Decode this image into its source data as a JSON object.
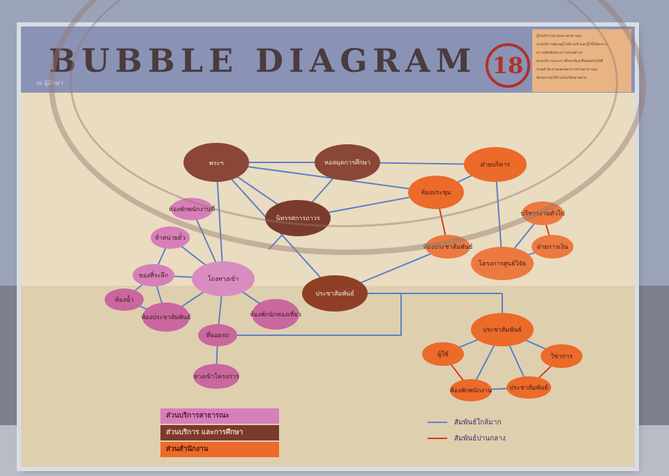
{
  "poster": {
    "title": "BUBBLE DIAGRAM",
    "subtitle": "ณ ผู้ศึกษา",
    "number": "18",
    "notes": [
      "ผู้รับบริการส่วนกลางสาธารณะ",
      "ส่วนบริการต้องอยู่ใกล้ทางเข้าและผู้ใช้ได้สะดวก",
      "ความสัมพันธ์ระหว่างส่วนต่างๆ",
      "ส่วนบริการและการศึกษาต้องเชื่อมต่อกันได้ดี",
      "ส่วนสำนักงานแยกออกจากส่วนสาธารณะ",
      "ห้องประชุมใช้ร่วมกันได้หลายส่วน"
    ]
  },
  "nodes": {
    "pink": {
      "n1": "ห้องพักพนักงานพี่",
      "n2": "จำหน่ายตั๋ว",
      "n3": "ของที่ระลึก",
      "n4": "โถงทางเข้า",
      "n5": "ห้องน้ำ",
      "n6": "ห้องประชาสัมพันธ์",
      "n7": "ห้องพักนักท่องเที่ยว",
      "n8": "ที่จอดรถ",
      "n9": "ทางเข้าโครงการ"
    },
    "brown": {
      "b1": "พระฯ",
      "b2": "หอสมุดการศึกษา",
      "b3": "นิทรรศการถาวร",
      "b4": "ประชาสัมพันธ์"
    },
    "orange": {
      "o1": "ฝ่ายบริหาร",
      "o2": "ห้องประชุม",
      "o3": "ห้องประชาสัมพันธ์",
      "o4": "โครงการศูนย์วิจัย",
      "o5": "บริหารงานทั่วไป",
      "o6": "ฝ่ายการเงิน",
      "o7": "ประชาสัมพันธ์",
      "o8": "ผู้ใช้",
      "o9": "วิชาการ",
      "o10": "ห้องพักพนักงาน",
      "o11": "ประชาสัมพันธ์"
    }
  },
  "legend": {
    "zones": [
      "ส่วนบริการสาธารณะ",
      "ส่วนบริการ และการศึกษา",
      "ส่วนสำนักงาน"
    ],
    "lines": [
      {
        "label": "สัมพันธ์ใกล้มาก",
        "color": "#5c7fc8"
      },
      {
        "label": "สัมพันธ์ปานกลาง",
        "color": "#d83a1e"
      }
    ]
  },
  "colors": {
    "pink": "#d77fb9",
    "brown": "#7a3a2c",
    "orange": "#ec6a2a",
    "strong_link": "#5c7fc8",
    "medium_link": "#d83a1e"
  }
}
